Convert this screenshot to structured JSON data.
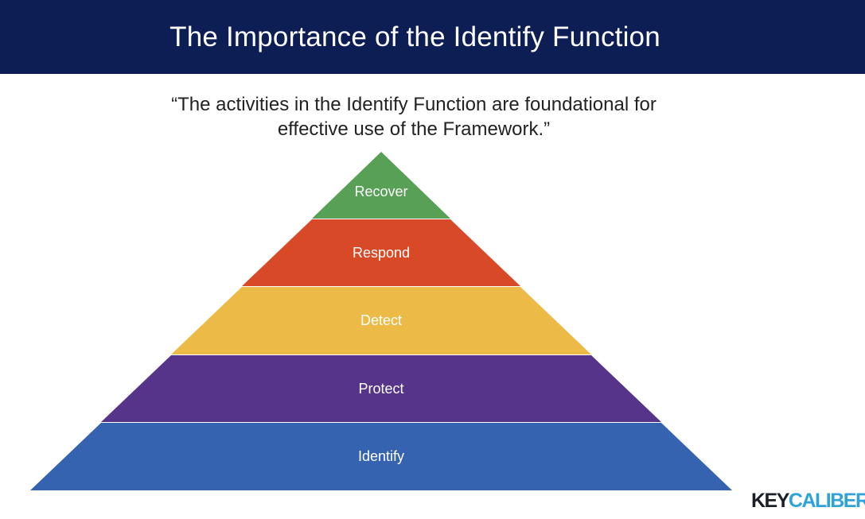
{
  "header": {
    "title": "The Importance of the Identify Function"
  },
  "quote": {
    "line1": "“The activities in the Identify Function are foundational for",
    "line2": "effective use of the Framework.”"
  },
  "pyramid": {
    "tiers": [
      {
        "label": "Recover",
        "color": "#57a055"
      },
      {
        "label": "Respond",
        "color": "#d84a27"
      },
      {
        "label": "Detect",
        "color": "#ecbb47"
      },
      {
        "label": "Protect",
        "color": "#56348a"
      },
      {
        "label": "Identify",
        "color": "#3563b0"
      }
    ]
  },
  "logo": {
    "part1": "KEY",
    "part2": "CALIBER",
    "color_dark": "#1b1f2a",
    "color_accent": "#2fa3d9"
  },
  "colors": {
    "header_bg": "#0d1e55"
  }
}
